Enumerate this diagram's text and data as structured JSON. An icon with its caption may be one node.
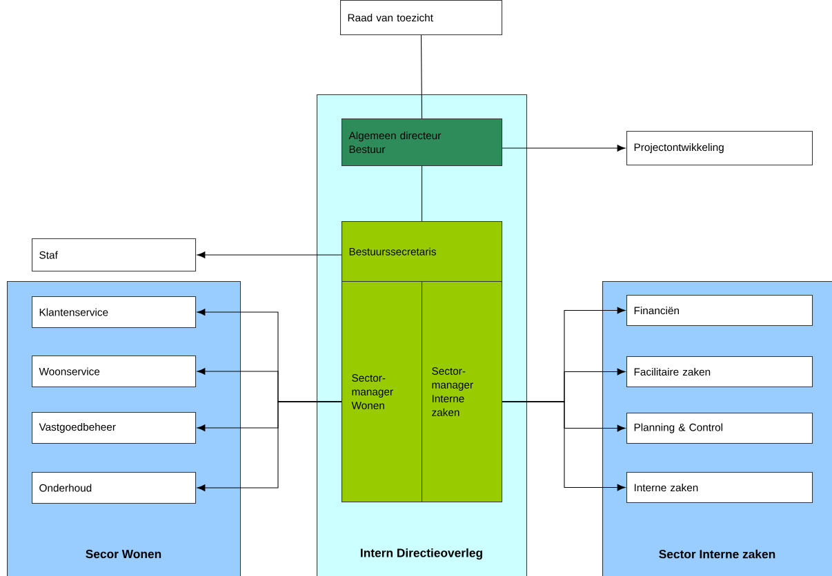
{
  "diagram": {
    "nodes": [
      {
        "text": [
          "Raad van toezicht"
        ]
      },
      {
        "text": [
          "Intern Directieoverleg"
        ]
      },
      {
        "text": [
          "Algemeen directeur Bestuur"
        ],
        "in": 1
      },
      {
        "text": [
          "Projectontwikkeling"
        ]
      },
      {
        "text": [
          "Bestuurssecretaris"
        ],
        "in": 1
      },
      {
        "text": [
          "Sector-manager Wonen"
        ],
        "in": 1
      },
      {
        "text": [
          "Sector-manager Interne zaken"
        ],
        "in": 1
      },
      {
        "text": [
          "Staf"
        ]
      },
      {
        "text": [
          "Secor Wonen"
        ]
      },
      {
        "text": [
          "Klantenservice"
        ],
        "in": 8
      },
      {
        "text": [
          "Woonservice"
        ],
        "in": 8
      },
      {
        "text": [
          "Vastgoedbeheer"
        ],
        "in": 8
      },
      {
        "text": [
          "Onderhoud"
        ],
        "in": 8
      },
      {
        "text": [
          "Sector Interne zaken"
        ]
      },
      {
        "text": [
          "Financiën"
        ],
        "in": 13
      },
      {
        "text": [
          "Facilitaire zaken"
        ],
        "in": 13
      },
      {
        "text": [
          "Planning & Control"
        ],
        "in": 13
      },
      {
        "text": [
          "Interne zaken"
        ],
        "in": 13
      }
    ],
    "edges": [
      {
        "from": 0,
        "to": 2,
        "arrow": "none"
      },
      {
        "from": 2,
        "to": 3,
        "arrow": "to"
      },
      {
        "from": 2,
        "to": 4,
        "arrow": "none"
      },
      {
        "from": 4,
        "to": 7,
        "arrow": "to"
      },
      {
        "from": 5,
        "to": 9,
        "arrow": "to"
      },
      {
        "from": 5,
        "to": 10,
        "arrow": "to"
      },
      {
        "from": 5,
        "to": 11,
        "arrow": "to"
      },
      {
        "from": 5,
        "to": 12,
        "arrow": "to"
      },
      {
        "from": 6,
        "to": 14,
        "arrow": "to"
      },
      {
        "from": 6,
        "to": 15,
        "arrow": "to"
      },
      {
        "from": 6,
        "to": 16,
        "arrow": "to"
      },
      {
        "from": 6,
        "to": 17,
        "arrow": "to"
      }
    ]
  }
}
